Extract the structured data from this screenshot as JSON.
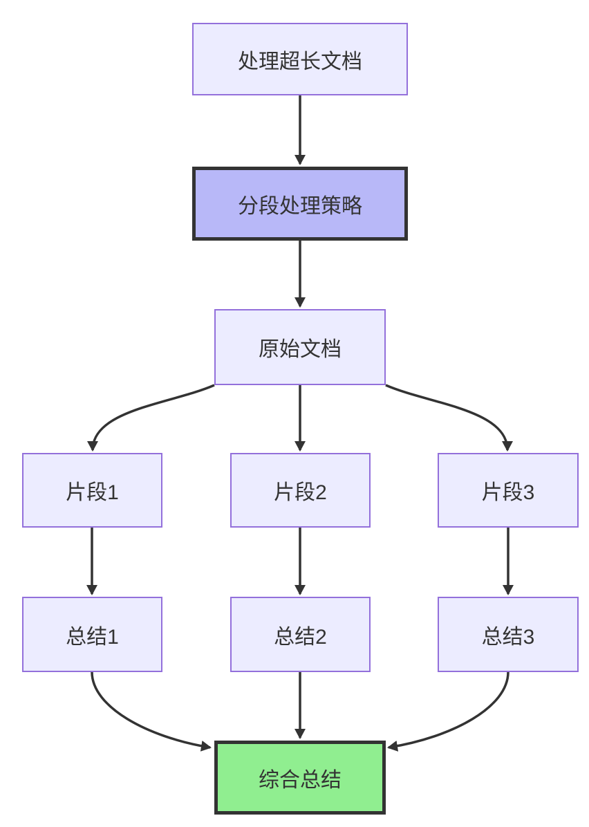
{
  "diagram": {
    "type": "flowchart",
    "direction": "top-down",
    "nodes": {
      "process_long_doc": {
        "label": "处理超长文档",
        "style": "default"
      },
      "segmentation_strategy": {
        "label": "分段处理策略",
        "style": "highlight"
      },
      "original_doc": {
        "label": "原始文档",
        "style": "default"
      },
      "segment1": {
        "label": "片段1",
        "style": "default"
      },
      "segment2": {
        "label": "片段2",
        "style": "default"
      },
      "segment3": {
        "label": "片段3",
        "style": "default"
      },
      "summary1": {
        "label": "总结1",
        "style": "default"
      },
      "summary2": {
        "label": "总结2",
        "style": "default"
      },
      "summary3": {
        "label": "总结3",
        "style": "default"
      },
      "final_summary": {
        "label": "综合总结",
        "style": "result"
      }
    },
    "edges": [
      {
        "from": "process_long_doc",
        "to": "segmentation_strategy"
      },
      {
        "from": "segmentation_strategy",
        "to": "original_doc"
      },
      {
        "from": "original_doc",
        "to": "segment1"
      },
      {
        "from": "original_doc",
        "to": "segment2"
      },
      {
        "from": "original_doc",
        "to": "segment3"
      },
      {
        "from": "segment1",
        "to": "summary1"
      },
      {
        "from": "segment2",
        "to": "summary2"
      },
      {
        "from": "segment3",
        "to": "summary3"
      },
      {
        "from": "summary1",
        "to": "final_summary"
      },
      {
        "from": "summary2",
        "to": "final_summary"
      },
      {
        "from": "summary3",
        "to": "final_summary"
      }
    ],
    "colors": {
      "default_fill": "#ECECFF",
      "default_border": "#9370DB",
      "highlight_fill": "#B8B8F8",
      "highlight_border": "#333333",
      "result_fill": "#90EE90",
      "result_border": "#333333",
      "edge": "#333333",
      "text": "#333333",
      "background": "#FFFFFF"
    }
  }
}
